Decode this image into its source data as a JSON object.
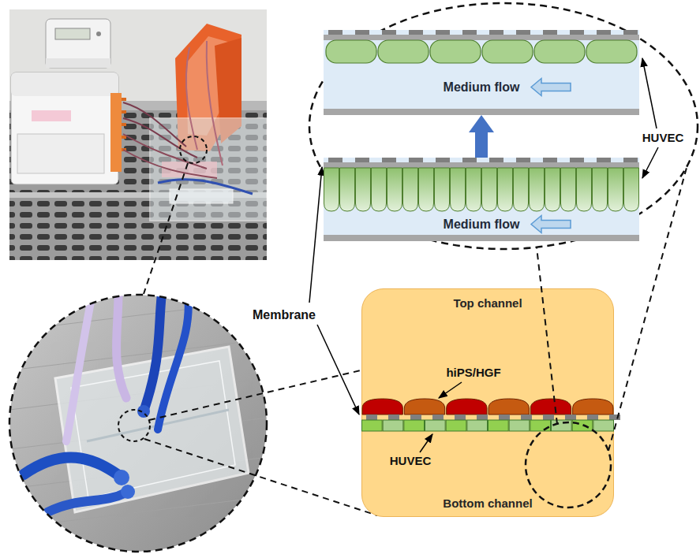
{
  "diagram": {
    "nodes": [
      {
        "text": [
          "Medium flow"
        ]
      },
      {
        "text": [
          "Medium flow"
        ]
      },
      {
        "text": [
          "Top channel",
          "Bottom channel"
        ]
      }
    ],
    "edges": [
      {
        "from": 1,
        "to": 0,
        "arrow": "to"
      }
    ],
    "labels": [
      "HUVEC",
      "Membrane",
      "hiPS/HGF",
      "HUVEC"
    ]
  }
}
